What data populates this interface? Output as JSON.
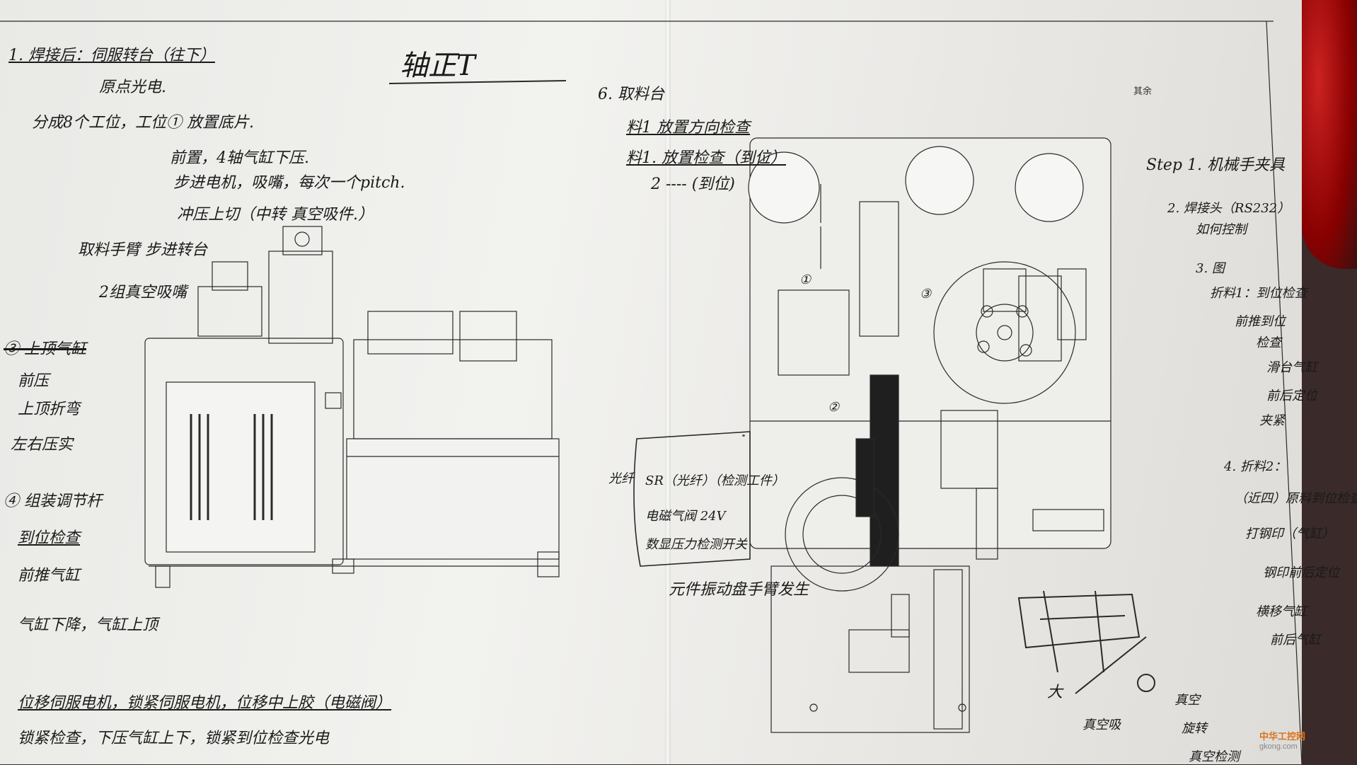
{
  "photo": {
    "title": "轴正T",
    "notes_left": [
      "1. 焊接后：伺服转台（往下）",
      "原点光电.",
      "分成8个工位，工位① 放置底片.",
      "前置，4轴气缸下压.",
      "步进电机，吸嘴，每次一个pitch.",
      "冲压上切（中转 真空吸件.）",
      "取料手臂 步进转台",
      "2组真空吸嘴",
      "③ 上顶气缸",
      "前压",
      "上顶折弯",
      "左右压实",
      "④ 组装调节杆",
      "到位检查",
      "前推气缸",
      "气缸下降，气缸上顶",
      "位移伺服电机，锁紧伺服电机，位移中上胶（电磁阀）",
      "锁紧检查，下压气缸上下，锁紧到位检查光电"
    ],
    "notes_middle": [
      "6. 取料台",
      "料1 放置方向检查",
      "料1. 放置检查（到位）",
      "2 ---- (到位)"
    ],
    "notes_sensor": [
      "光纤",
      "SR（光纤）（检测工件）",
      "电磁气阀 24V",
      "数显压力检测开关",
      "元件振动盘手臂发生"
    ],
    "notes_right": [
      "Step 1. 机械手夹具",
      "2. 焊接头（RS232）",
      "如何控制",
      "3. 图",
      "折料1：到位检查",
      "前推到位",
      "检查",
      "滑台气缸",
      "前后定位",
      "夹紧",
      "4. 折料2：",
      "（近四）原料到位检查",
      "打钢印（气缸）",
      "钢印前后定位",
      "横移气缸",
      "前后气缸"
    ],
    "notes_bottom": [
      "大",
      "真空吸",
      "真空",
      "旋转",
      "真空检测"
    ],
    "circled_numbers": [
      "①",
      "②",
      "③"
    ],
    "title_block": "其余",
    "watermark": {
      "text": "中华工控网",
      "sub": "gkong.com"
    },
    "colors": {
      "paper": "#ecebe8",
      "ink": "#1a1a1a",
      "line": "#2a2a2a",
      "accent": "#d9731a"
    }
  }
}
